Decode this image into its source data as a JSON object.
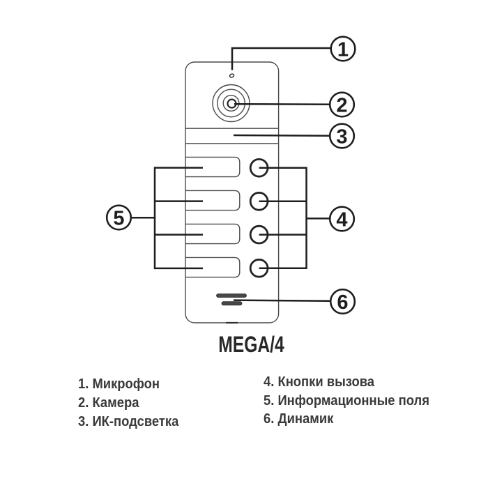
{
  "diagram": {
    "model_label": "MEGA/4",
    "device_type": "door-intercom-panel",
    "callout_numbers": [
      "1",
      "2",
      "3",
      "4",
      "5",
      "6"
    ],
    "call_button_count": 4,
    "info_field_count": 4
  },
  "legend": {
    "left_rows": [
      "1. Микрофон",
      "2. Камера",
      "3. ИК-подсветка"
    ],
    "right_rows": [
      "4. Кнопки вызова",
      "5. Информационные поля",
      "6. Динамик"
    ]
  },
  "colors": {
    "background": "#ffffff",
    "thin_line": "#4a4a4a",
    "thick_line": "#1e1e1e",
    "text": "#3a3a3a"
  }
}
